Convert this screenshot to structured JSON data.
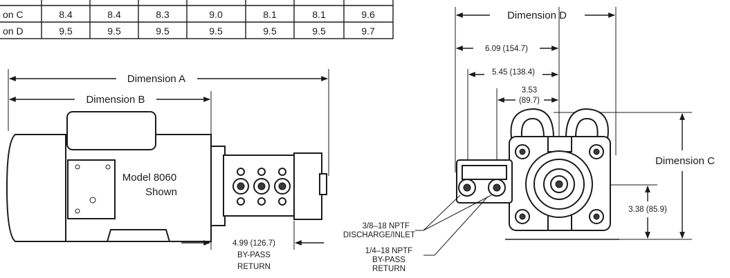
{
  "table": {
    "rows": [
      {
        "label": "on C",
        "values": [
          "8.4",
          "8.4",
          "8.3",
          "9.0",
          "8.1",
          "8.1",
          "9.6"
        ]
      },
      {
        "label": "on D",
        "values": [
          "9.5",
          "9.5",
          "9.5",
          "9.5",
          "9.5",
          "9.5",
          "9.7"
        ]
      }
    ]
  },
  "side_view": {
    "dimension_a": "Dimension A",
    "dimension_b": "Dimension B",
    "model_line1": "Model 8060",
    "model_line2": "Shown",
    "bypass_dim": "4.99 (126.7)",
    "bypass_line1": "BY-PASS",
    "bypass_line2": "RETURN"
  },
  "front_view": {
    "dimension_d": "Dimension D",
    "dimension_c": "Dimension C",
    "dim_609": "6.09 (154.7)",
    "dim_545": "5.45 (138.4)",
    "dim_353_in": "3.53",
    "dim_353_mm": "(89.7)",
    "dim_338": "3.38 (85.9)",
    "port1_line1": "3/8–18 NPTF",
    "port1_line2": "DISCHARGE/INLET",
    "port2_line1": "1/4–18 NPTF",
    "port2_line2": "BY-PASS",
    "port2_line3": "RETURN"
  },
  "icons": [
    "arrow-left-icon",
    "arrow-right-icon",
    "arrow-up-icon",
    "arrow-down-icon"
  ]
}
